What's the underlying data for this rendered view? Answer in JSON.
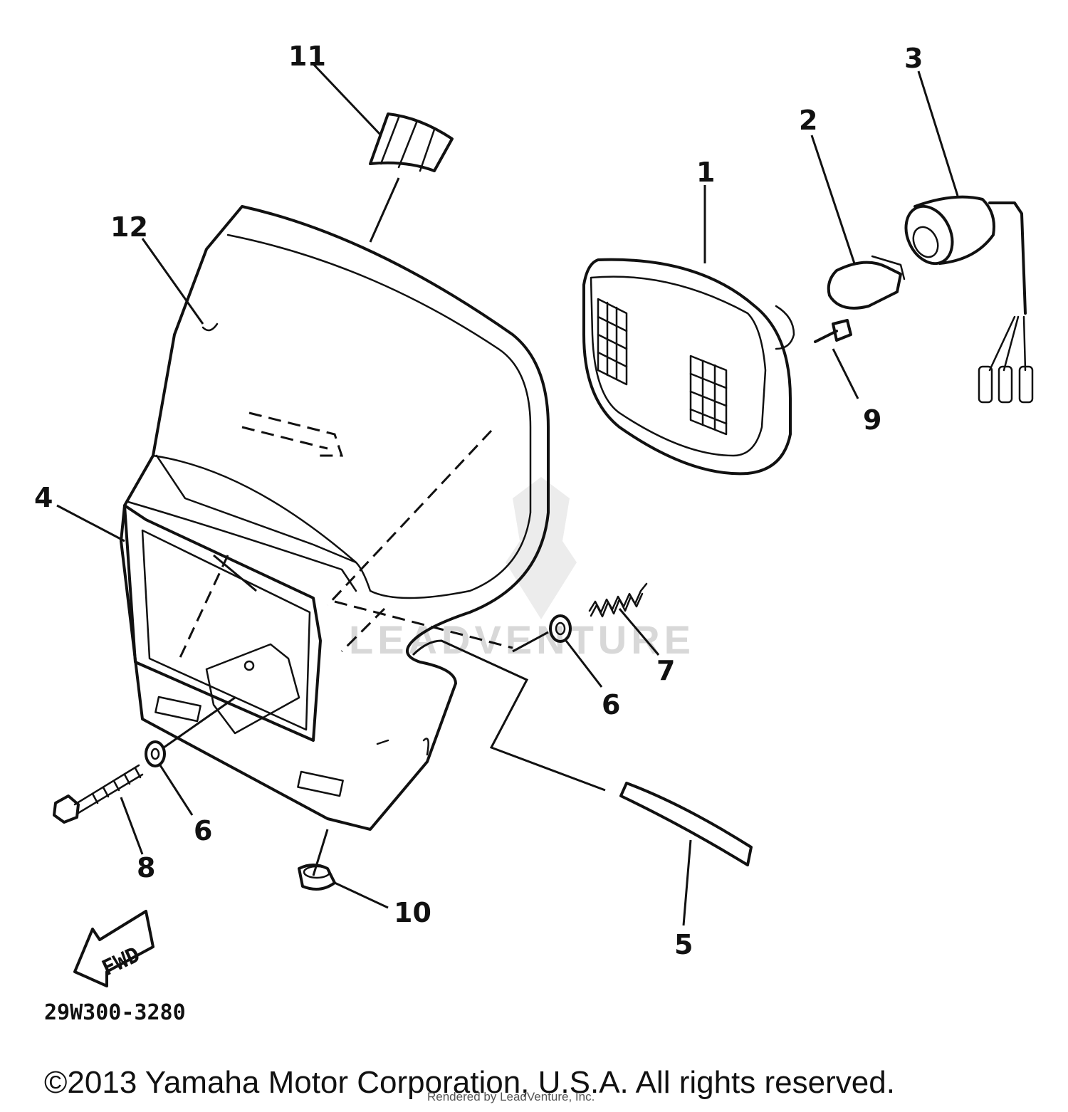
{
  "callouts": [
    {
      "id": "1",
      "label": "1"
    },
    {
      "id": "2",
      "label": "2"
    },
    {
      "id": "3",
      "label": "3"
    },
    {
      "id": "4",
      "label": "4"
    },
    {
      "id": "5",
      "label": "5"
    },
    {
      "id": "6a",
      "label": "6"
    },
    {
      "id": "6b",
      "label": "6"
    },
    {
      "id": "7",
      "label": "7"
    },
    {
      "id": "8",
      "label": "8"
    },
    {
      "id": "9",
      "label": "9"
    },
    {
      "id": "10",
      "label": "10"
    },
    {
      "id": "11",
      "label": "11"
    },
    {
      "id": "12",
      "label": "12"
    }
  ],
  "fwd_label": "FWD",
  "part_code": "29W300-3280",
  "watermark": "LEADVENTURE",
  "copyright": "©2013 Yamaha Motor Corporation, U.S.A. All rights reserved.",
  "rendered_by": "Rendered by LeadVenture, Inc."
}
